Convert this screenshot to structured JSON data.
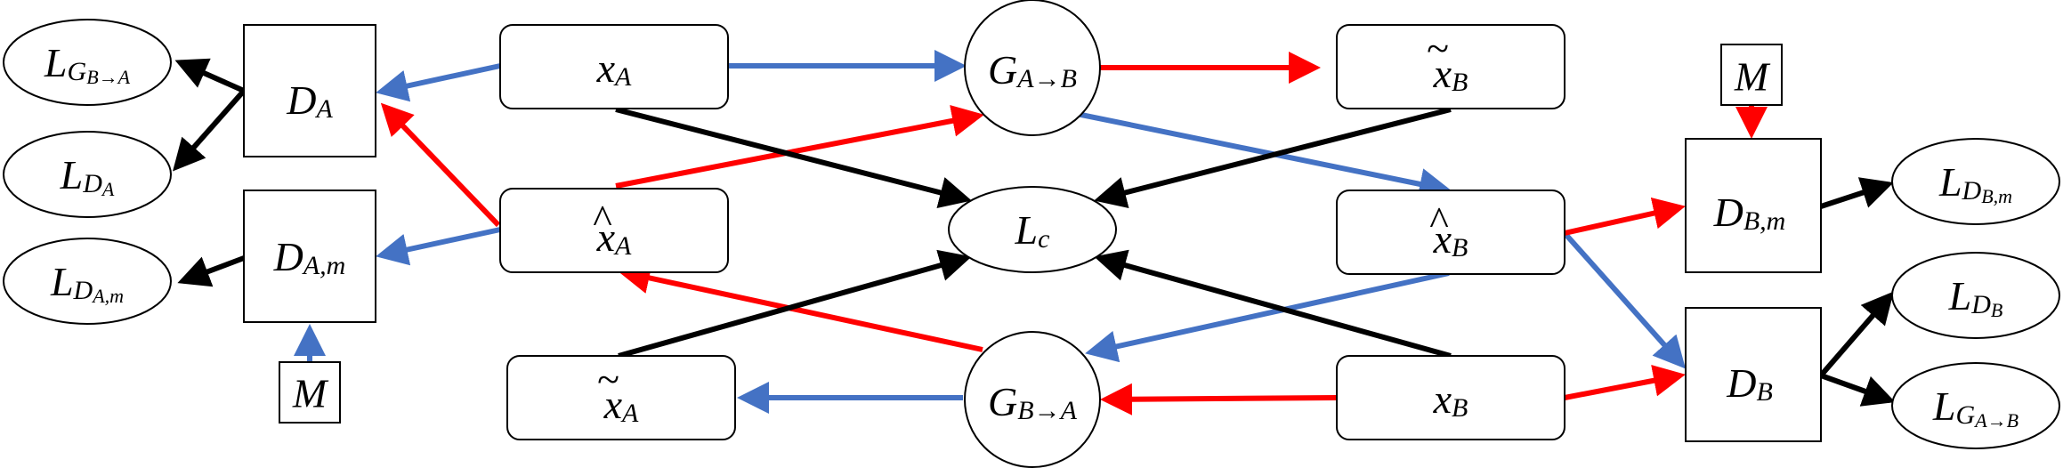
{
  "colors": {
    "blue": "#4472C4",
    "red": "#FF0000",
    "black": "#000000"
  },
  "nodes": {
    "l_g_ba": {
      "main": "L",
      "sub": "G",
      "sub2": "B→A"
    },
    "l_da": {
      "main": "L",
      "sub": "D",
      "sub2": "A"
    },
    "l_dam": {
      "main": "L",
      "sub": "D",
      "sub2": "A,m"
    },
    "d_a": {
      "main": "D",
      "sub": "A"
    },
    "d_am": {
      "main": "D",
      "sub": "A,m"
    },
    "m_left": {
      "main": "M"
    },
    "x_a": {
      "main": "x",
      "sub": "A",
      "accent": ""
    },
    "xhat_a": {
      "main": "x",
      "sub": "A",
      "accent": "^"
    },
    "xtil_a": {
      "main": "x",
      "sub": "A",
      "accent": "~"
    },
    "g_ab": {
      "main": "G",
      "sub": "A→B"
    },
    "l_c": {
      "main": "L",
      "sub": "c"
    },
    "g_ba": {
      "main": "G",
      "sub": "B→A"
    },
    "xtil_b": {
      "main": "x",
      "sub": "B",
      "accent": "~"
    },
    "xhat_b": {
      "main": "x",
      "sub": "B",
      "accent": "^"
    },
    "x_b": {
      "main": "x",
      "sub": "B",
      "accent": ""
    },
    "m_right": {
      "main": "M"
    },
    "d_bm": {
      "main": "D",
      "sub": "B,m"
    },
    "d_b": {
      "main": "D",
      "sub": "B"
    },
    "l_dbm": {
      "main": "L",
      "sub": "D",
      "sub2": "B,m"
    },
    "l_db": {
      "main": "L",
      "sub": "D",
      "sub2": "B"
    },
    "l_g_ab": {
      "main": "L",
      "sub": "G",
      "sub2": "A→B"
    }
  }
}
